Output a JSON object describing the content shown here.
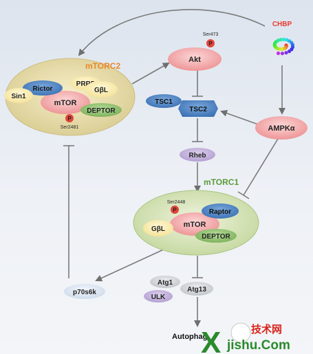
{
  "complexes": {
    "mtorc2_label": "mTORC2",
    "mtorc1_label": "mTORC1"
  },
  "mtorc2": {
    "rictor": "Rictor",
    "prr5": "PRR5",
    "sin1": "Sin1",
    "gbl": "GβL",
    "mtor": "mTOR",
    "deptor": "DEPTOR",
    "p_label": "P",
    "site": "Ser2481"
  },
  "mtorc1": {
    "raptor": "Raptor",
    "gbl": "GβL",
    "mtor": "mTOR",
    "deptor": "DEPTOR",
    "p_label": "P",
    "site": "Ser2448"
  },
  "nodes": {
    "akt": "Akt",
    "akt_p": "P",
    "akt_site": "Ser473",
    "chbp": "CHBP",
    "tsc1": "TSC1",
    "tsc2": "TSC2",
    "ampk": "AMPKα",
    "rheb": "Rheb",
    "p70s6k": "p70s6k",
    "atg1": "Atg1",
    "atg13": "Atg13",
    "ulk": "ULK",
    "autophagy": "Autophag"
  },
  "watermark": {
    "cn": "技术网",
    "big": "X",
    "url": "jishu.Com"
  },
  "colors": {
    "complex_fill": "#e6dcae",
    "mtor_pink": "#f2a6a8",
    "blue": "#4f86c6",
    "yellow": "#fbeeb2",
    "green": "#8dc06d",
    "red_p": "#e0453c",
    "purple": "#c6b4dd",
    "gray": "#cfd2d6",
    "arrow": "#6f6f6f",
    "mtorc2_text": "#e8882a",
    "mtorc1_text": "#5b9a3a",
    "chbp_text": "#e83a2e"
  }
}
